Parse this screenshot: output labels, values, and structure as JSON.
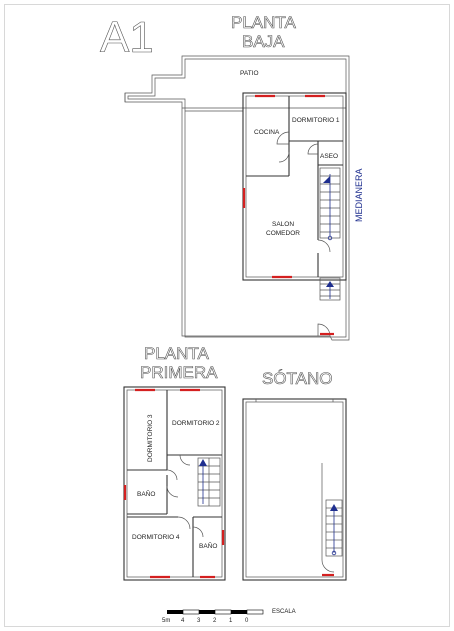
{
  "titles": {
    "sheet_id": "A1",
    "planta_baja_line1": "PLANTA",
    "planta_baja_line2": "BAJA",
    "planta_primera_line1": "PLANTA",
    "planta_primera_line2": "PRIMERA",
    "sotano": "SÓTANO"
  },
  "rooms_baja": {
    "patio": "PATIO",
    "dormitorio_1": "DORMITORIO  1",
    "cocina": "COCINA",
    "aseo": "ASEO",
    "salon": "SALON",
    "comedor": "COMEDOR",
    "medianera": "MEDIANERA"
  },
  "rooms_primera": {
    "dormitorio_3": "DORMITORIO  3",
    "dormitorio_2": "DORMITORIO  2",
    "bano_1": "BAÑO",
    "dormitorio_4": "DORMITORIO  4",
    "bano_2": "BAÑO"
  },
  "scale": {
    "title": "ESCALA",
    "ticks": [
      "5m",
      "4",
      "3",
      "2",
      "1",
      "0"
    ]
  },
  "colors": {
    "wall": "#333333",
    "window": "#d42020",
    "stair": "#1f2f8f"
  }
}
